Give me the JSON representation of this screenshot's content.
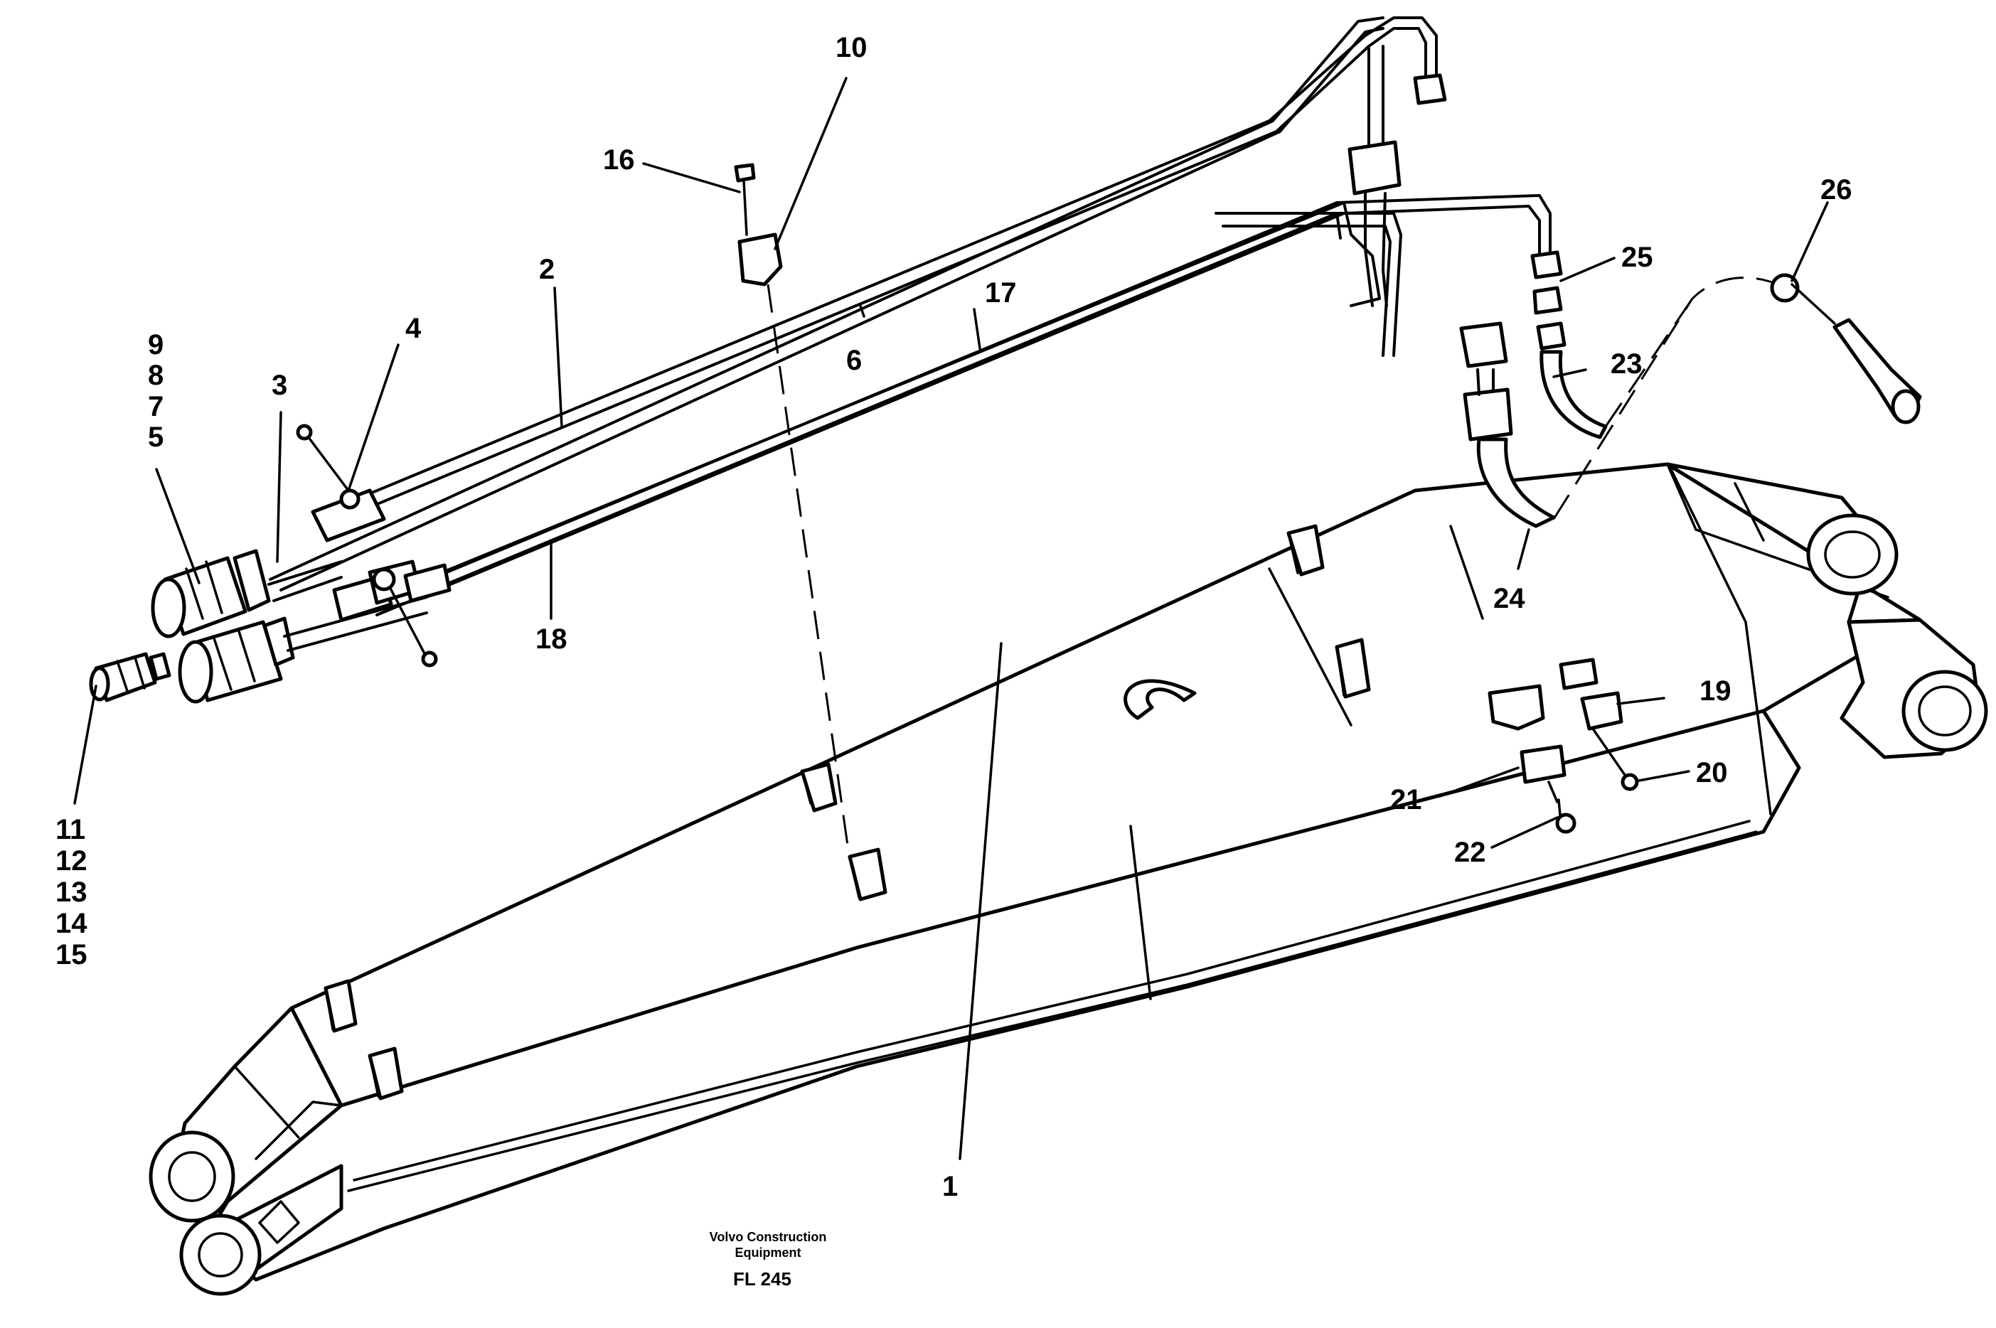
{
  "diagram": {
    "callouts": {
      "c1": "1",
      "c2": "2",
      "c3": "3",
      "c4": "4",
      "c5": "5",
      "c6": "6",
      "c7": "7",
      "c8": "8",
      "c9": "9",
      "c10": "10",
      "c11": "11",
      "c12": "12",
      "c13": "13",
      "c14": "14",
      "c15": "15",
      "c16": "16",
      "c17": "17",
      "c18": "18",
      "c19": "19",
      "c20": "20",
      "c21": "21",
      "c22": "22",
      "c23": "23",
      "c24": "24",
      "c25": "25",
      "c26": "26"
    },
    "caption": {
      "line1": "Volvo Construction",
      "line2": "Equipment",
      "code": "FL 245"
    }
  }
}
